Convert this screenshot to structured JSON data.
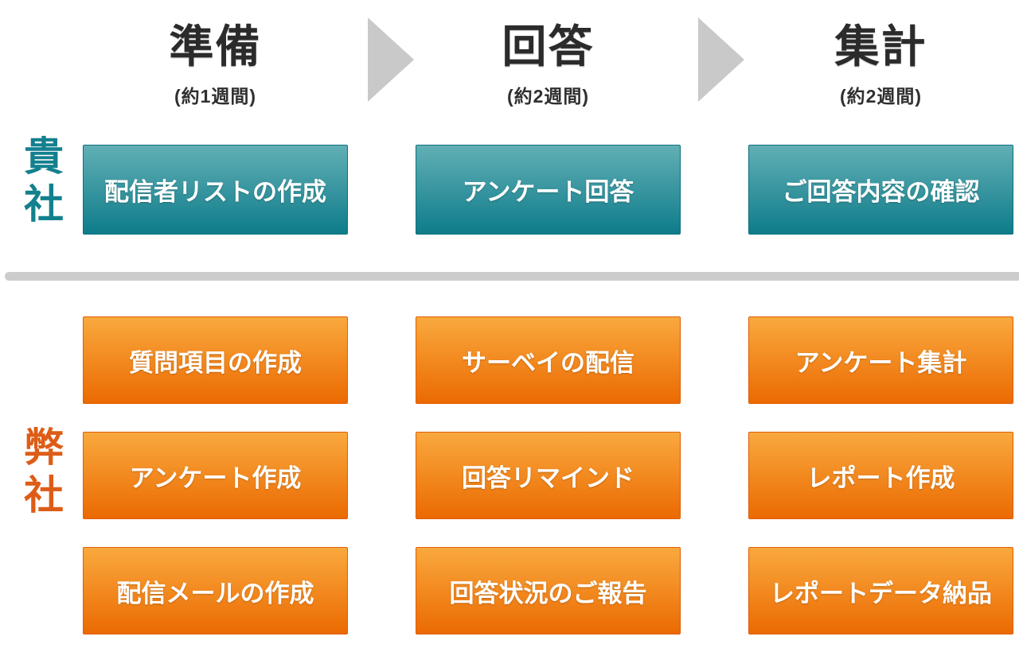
{
  "phases": [
    {
      "title": "準備",
      "duration": "(約1週間)"
    },
    {
      "title": "回答",
      "duration": "(約2週間)"
    },
    {
      "title": "集計",
      "duration": "(約2週間)"
    }
  ],
  "client": {
    "label": "貴社",
    "items": [
      "配信者リストの作成",
      "アンケート回答",
      "ご回答内容の確認"
    ]
  },
  "company": {
    "label": "弊社",
    "rows": [
      [
        "質問項目の作成",
        "サーベイの配信",
        "アンケート集計"
      ],
      [
        "アンケート作成",
        "回答リマインド",
        "レポート作成"
      ],
      [
        "配信メールの作成",
        "回答状況のご報告",
        "レポートデータ納品"
      ]
    ]
  },
  "colors": {
    "teal_top": "#62afb5",
    "teal_bottom": "#0e7c8a",
    "orange_top": "#f9a93e",
    "orange_bottom": "#eb6a02",
    "arrow_gray": "#c9c9c9",
    "divider_gray": "#cccccc",
    "client_label": "#13808e",
    "company_label": "#dd5d17"
  }
}
